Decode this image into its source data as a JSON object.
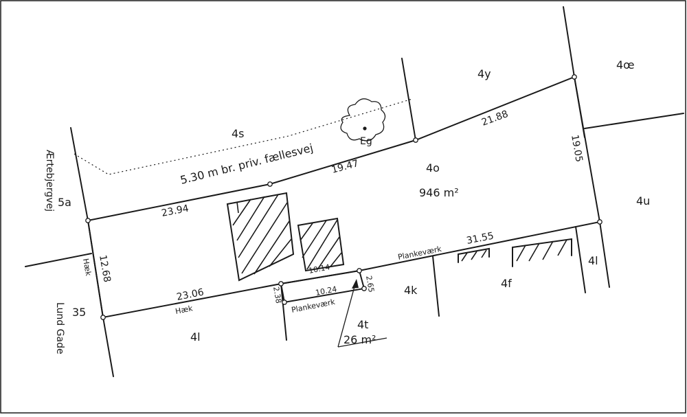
{
  "map": {
    "parcels": {
      "p4s": "4s",
      "p4y": "4y",
      "p4oe": "4œ",
      "p5a": "5a",
      "p4o": "4o",
      "p4u": "4u",
      "p4l_left": "4l",
      "p4l_right": "4l",
      "p4k": "4k",
      "p4f": "4f",
      "p4t": "4t"
    },
    "areas": {
      "main": "946 m²",
      "small": "26 m²"
    },
    "road": {
      "private_road": "5.30 m br. priv. fællesvej",
      "street_left": "Ærtebjergvej",
      "street_bottom": "Lund Gade",
      "house_number": "35"
    },
    "tree": "Eg",
    "annotations": {
      "hoek_vertical": "Hæk",
      "hoek_bottom": "Hæk",
      "plankevaerk_top": "Plankeværk",
      "plankevaerk_bottom": "Plankeværk"
    },
    "measurements": {
      "m23_94": "23.94",
      "m19_47": "19.47",
      "m21_88": "21.88",
      "m19_05": "19.05",
      "m31_55": "31.55",
      "m12_68": "12.68",
      "m23_06": "23.06",
      "m10_14": "10.14",
      "m10_24": "10.24",
      "m2_65": "2.65",
      "m2_38": "2.38"
    }
  }
}
